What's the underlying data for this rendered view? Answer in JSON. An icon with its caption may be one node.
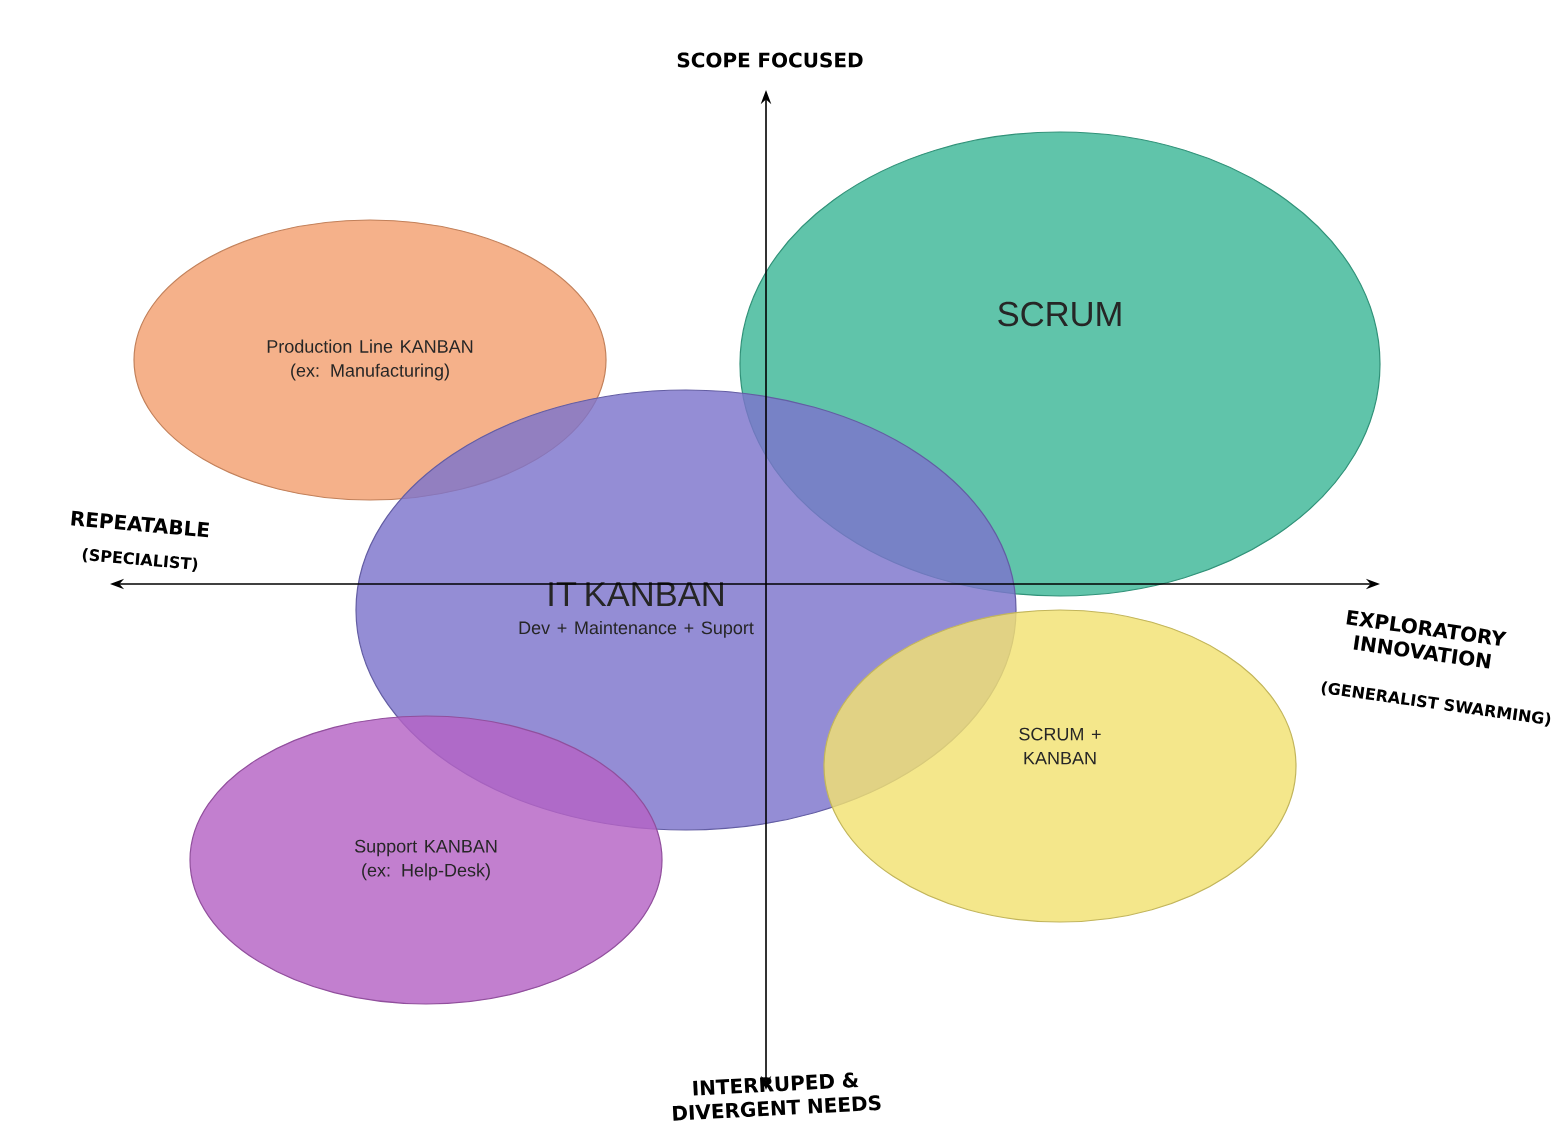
{
  "diagram": {
    "nodes": [
      {
        "text": [
          "Production Line KANBAN (ex: Manufacturing)"
        ]
      },
      {
        "text": [
          "SCRUM"
        ]
      },
      {
        "text": [
          "IT KANBAN",
          "Dev + Maintenance + Suport"
        ]
      },
      {
        "text": [
          "Support KANBAN (ex: Help-Desk)"
        ]
      },
      {
        "text": [
          "SCRUM + KANBAN"
        ]
      }
    ],
    "edges": [],
    "labels": [
      "SCOPE FOCUSED",
      "REPEATABLE",
      "(SPECIALIST)",
      "EXPLORATORY INNOVATION",
      "(GENERALIST SWARMING)",
      "INTERRUPED & DIVERGENT NEEDS"
    ]
  }
}
